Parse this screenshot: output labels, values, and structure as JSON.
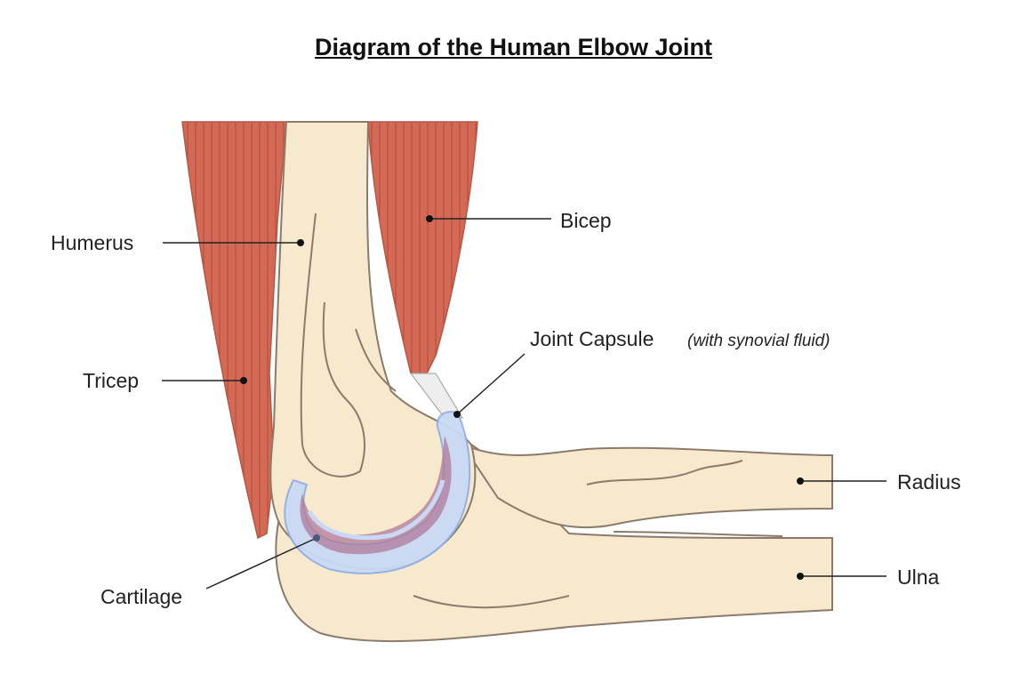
{
  "title": "Diagram of the Human Elbow Joint",
  "labels": {
    "humerus": "Humerus",
    "bicep": "Bicep",
    "tricep": "Tricep",
    "joint_capsule": "Joint Capsule",
    "joint_capsule_note": "(with synovial fluid)",
    "radius": "Radius",
    "ulna": "Ulna",
    "cartilage": "Cartilage"
  },
  "colors": {
    "muscle": "#d46a55",
    "bone": "#f6e9cd",
    "bone_outline": "#8c7b6c",
    "capsule": "#c9d9f5",
    "cartilage": "#b07a9a"
  }
}
